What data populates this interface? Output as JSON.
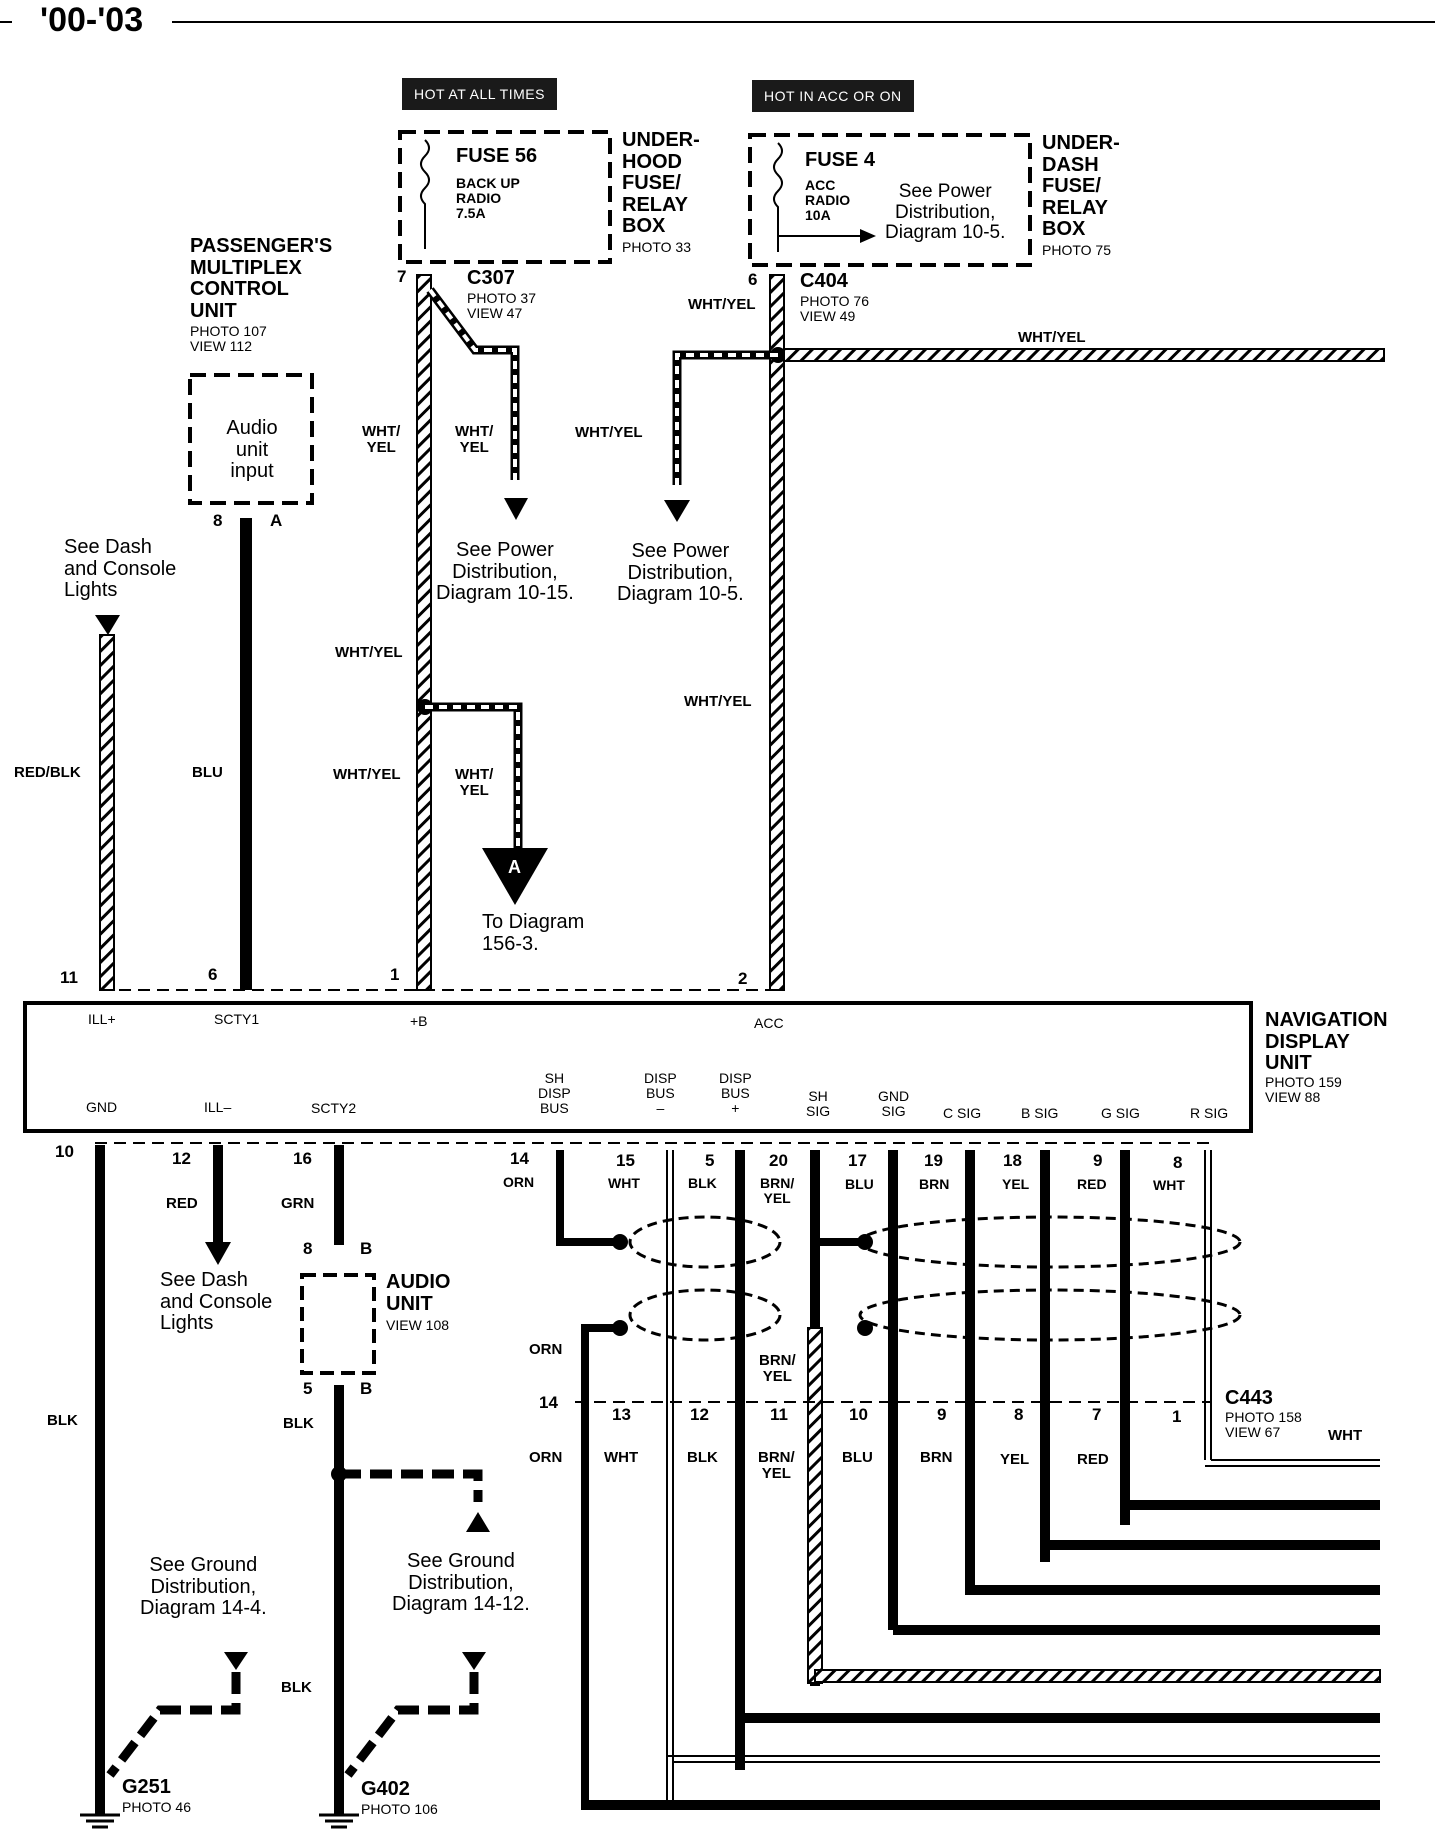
{
  "header": {
    "title": "'00-'03"
  },
  "top_labels": {
    "hot_at_all_times": "HOT AT ALL TIMES",
    "hot_in_acc_or_on": "HOT IN ACC OR ON"
  },
  "fuse56": {
    "name": "FUSE 56",
    "desc": "BACK UP\nRADIO\n7.5A",
    "box": "UNDER-\nHOOD\nFUSE/\nRELAY\nBOX",
    "photo": "PHOTO 33"
  },
  "fuse4": {
    "name": "FUSE 4",
    "desc": "ACC\nRADIO\n10A",
    "note": "See Power\nDistribution,\nDiagram 10-5.",
    "box": "UNDER-\nDASH\nFUSE/\nRELAY\nBOX",
    "photo": "PHOTO 75"
  },
  "pmcu": {
    "title": "PASSENGER'S\nMULTIPLEX\nCONTROL\nUNIT",
    "photo": "PHOTO 107\nVIEW 112",
    "box_label": "Audio\nunit\ninput",
    "pin": "8",
    "pin_letter": "A"
  },
  "connectors": {
    "c307": {
      "name": "C307",
      "info": "PHOTO 37\nVIEW 47",
      "pin": "7"
    },
    "c404": {
      "name": "C404",
      "info": "PHOTO 76\nVIEW 49",
      "pin": "6"
    },
    "c443": {
      "name": "C443",
      "info": "PHOTO 158\nVIEW 67"
    }
  },
  "wire_labels": {
    "wht_yel_1": "WHT/\nYEL",
    "wht_yel_2": "WHT/\nYEL",
    "wht_yel_3": "WHT/YEL",
    "wht_yel_4": "WHT/YEL",
    "wht_yel_5": "WHT/YEL",
    "wht_yel_6": "WHT/YEL",
    "wht_yel_7": "WHT/YEL",
    "wht_yel_8": "WHT/\nYEL",
    "red_blk": "RED/BLK",
    "blu": "BLU",
    "blk_1": "BLK",
    "red": "RED",
    "grn": "GRN",
    "blk_2": "BLK",
    "blk_3": "BLK"
  },
  "notes": {
    "power_10_15": "See Power\nDistribution,\nDiagram 10-15.",
    "power_10_5": "See Power\nDistribution,\nDiagram 10-5.",
    "dash_lights_top": "See Dash\nand Console\nLights",
    "dash_lights_bottom": "See Dash\nand Console\nLights",
    "to_diagram": "To Diagram\n156-3.",
    "connector_a": "A",
    "ground_14_4": "See Ground\nDistribution,\nDiagram 14-4.",
    "ground_14_12": "See Ground\nDistribution,\nDiagram 14-12."
  },
  "ndu": {
    "title": "NAVIGATION\nDISPLAY\nUNIT",
    "photo": "PHOTO 159\nVIEW 88",
    "top_pins": [
      {
        "num": "11",
        "label": "ILL+"
      },
      {
        "num": "6",
        "label": "SCTY1"
      },
      {
        "num": "1",
        "label": "+B"
      },
      {
        "num": "2",
        "label": "ACC"
      }
    ],
    "bottom_labels": [
      "GND",
      "ILL–",
      "SCTY2",
      "SH\nDISP\nBUS",
      "DISP\nBUS\n–",
      "DISP\nBUS\n+",
      "SH\nSIG",
      "GND\nSIG",
      "C SIG",
      "B SIG",
      "G SIG",
      "R SIG"
    ],
    "bottom_pins": [
      {
        "num": "10",
        "color": ""
      },
      {
        "num": "12",
        "color": ""
      },
      {
        "num": "16",
        "color": ""
      },
      {
        "num": "14",
        "color": "ORN"
      },
      {
        "num": "15",
        "color": "WHT"
      },
      {
        "num": "5",
        "color": "BLK"
      },
      {
        "num": "20",
        "color": "BRN/\nYEL"
      },
      {
        "num": "17",
        "color": "BLU"
      },
      {
        "num": "19",
        "color": "BRN"
      },
      {
        "num": "18",
        "color": "YEL"
      },
      {
        "num": "9",
        "color": "RED"
      },
      {
        "num": "8",
        "color": "WHT"
      }
    ]
  },
  "audio_unit": {
    "title": "AUDIO\nUNIT",
    "view": "VIEW 108",
    "pin_top": "8",
    "pin_top_letter": "B",
    "pin_bot": "5",
    "pin_bot_letter": "B"
  },
  "c443_pins": [
    {
      "num": "14",
      "color": "ORN"
    },
    {
      "num": "13",
      "color": "WHT"
    },
    {
      "num": "12",
      "color": "BLK"
    },
    {
      "num": "11",
      "color": "BRN/\nYEL"
    },
    {
      "num": "10",
      "color": "BLU"
    },
    {
      "num": "9",
      "color": "BRN"
    },
    {
      "num": "8",
      "color": "YEL"
    },
    {
      "num": "7",
      "color": "RED"
    },
    {
      "num": "1",
      "color": "WHT"
    }
  ],
  "shield_labels": {
    "orn": "ORN",
    "brn_yel": "BRN/\nYEL"
  },
  "grounds": {
    "g251": {
      "name": "G251",
      "photo": "PHOTO 46"
    },
    "g402": {
      "name": "G402",
      "photo": "PHOTO 106"
    }
  }
}
